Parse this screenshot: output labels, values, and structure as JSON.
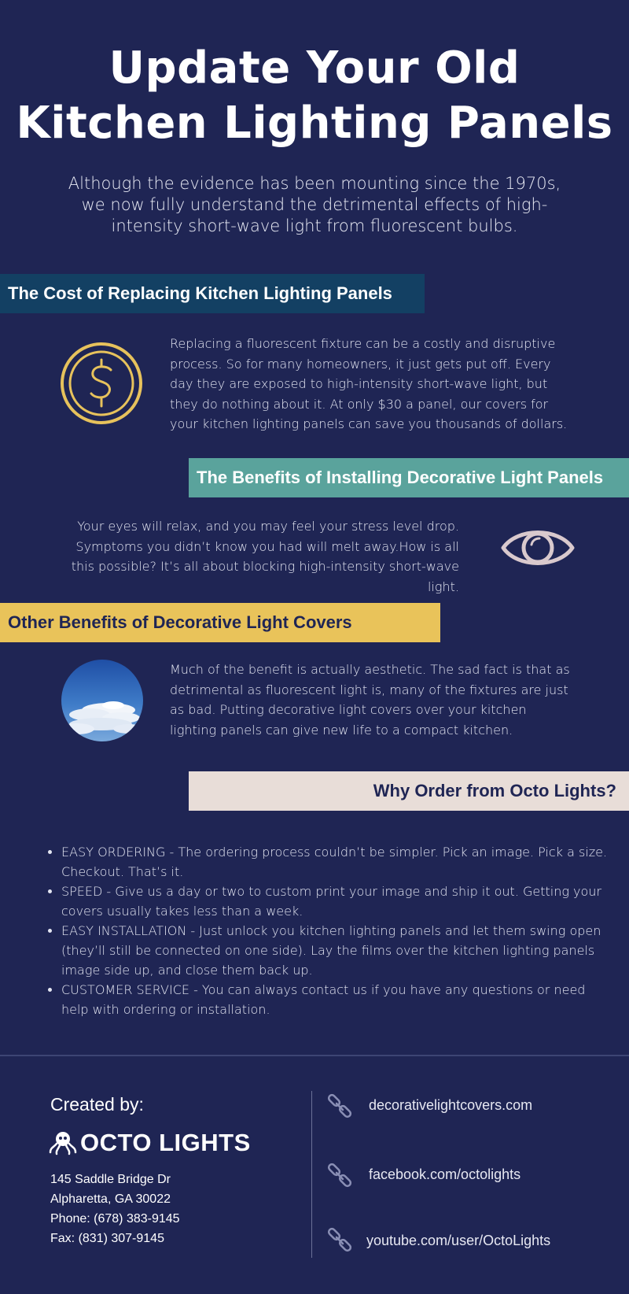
{
  "header": {
    "title_line1": "Update Your Old",
    "title_line2": "Kitchen Lighting Panels",
    "intro": "Although the evidence has been mounting since the 1970s, we now fully understand the detrimental effects of high-intensity short-wave light from fluorescent bulbs."
  },
  "sections": [
    {
      "heading": "The Cost of Replacing Kitchen Lighting Panels",
      "text": "Replacing a fluorescent fixture can be a costly and disruptive process. So for many homeowners, it just gets put off. Every day they are exposed to high-intensity short-wave light, but they do nothing about it. At only $30 a panel, our covers for your kitchen lighting panels can save you thousands of dollars.",
      "icon": "dollar-coin-icon",
      "color": "#134063"
    },
    {
      "heading": "The Benefits of Installing Decorative Light Panels",
      "text": "Your eyes will relax, and you may feel your stress level drop. Symptoms you didn’t know you had will melt away.How is all this possible? It’s all about blocking high-intensity short-wave light.",
      "icon": "eye-icon",
      "color": "#5aa39c"
    },
    {
      "heading": "Other Benefits of Decorative Light Covers",
      "text": "Much of the benefit is actually aesthetic. The sad fact is that as detrimental as fluorescent light is, many of the fixtures are just as bad. Putting decorative light covers over your kitchen lighting panels can give new life to a compact kitchen.",
      "icon": "sky-clouds-image",
      "color": "#e9c35a"
    },
    {
      "heading": "Why Order from Octo Lights?",
      "color": "#e8ddd8"
    }
  ],
  "bullets": [
    "EASY ORDERING - The ordering process couldn’t be simpler. Pick an image. Pick a size. Checkout. That’s it.",
    "SPEED - Give us a day or two to custom print your image and ship it out. Getting your covers usually takes less than a week.",
    "EASY INSTALLATION - Just unlock you kitchen lighting panels and let them swing open (they’ll still be connected on one side). Lay the films over the kitchen lighting panels image side up, and close them back up.",
    "CUSTOMER SERVICE - You can always contact us if you have any questions or need help with ordering or installation."
  ],
  "footer": {
    "created_by": "Created by:",
    "brand": "OCTO LIGHTS",
    "address1": "145 Saddle Bridge Dr",
    "address2": "Alpharetta, GA 30022",
    "phone": "Phone: (678) 383-9145",
    "fax": "Fax: (831) 307-9145",
    "links": [
      {
        "icon": "link-icon",
        "text": "decorativelightcovers.com"
      },
      {
        "icon": "link-icon",
        "text": "facebook.com/octolights"
      },
      {
        "icon": "link-icon",
        "text": "youtube.com/user/OctoLights"
      }
    ]
  },
  "colors": {
    "background": "#1f2554",
    "gold": "#e7c25c",
    "eye": "#d9c9cd",
    "link_icon": "#8a8fb5"
  }
}
